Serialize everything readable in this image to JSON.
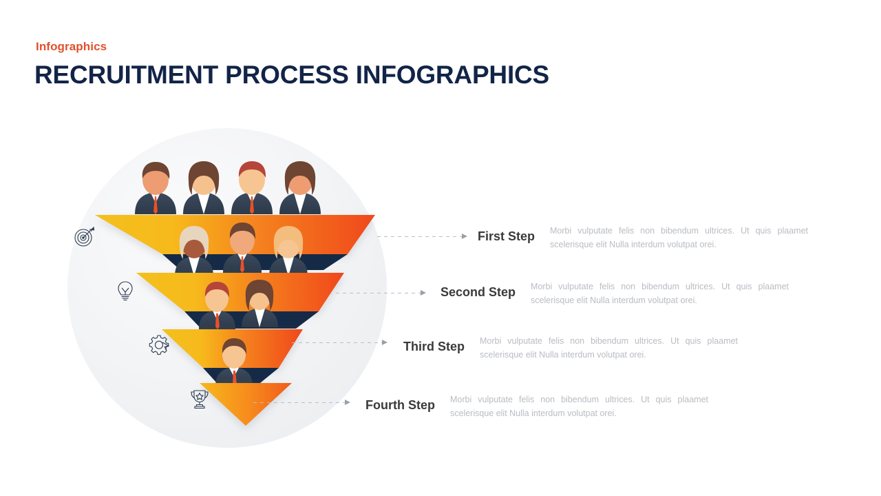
{
  "header": {
    "kicker": "Infographics",
    "title": "RECRUITMENT PROCESS INFOGRAPHICS"
  },
  "colors": {
    "kicker": "#E1512C",
    "title": "#122447",
    "funnel_light": "#F5C426",
    "funnel_dark": "#F04E18",
    "funnel_shadow": "#152A47",
    "step_title": "#3A3A3A",
    "step_desc": "#B9BCC2",
    "connector": "#B9BDC4",
    "icon": "#2B3A4F"
  },
  "steps": [
    {
      "label": "First Step",
      "description": "Morbi vulputate felis non bibendum ultrices. Ut quis plaamet scelerisque elit Nulla interdum volutpat orei.",
      "icon": "target-icon",
      "people_count": 4
    },
    {
      "label": "Second Step",
      "description": "Morbi vulputate felis non bibendum ultrices. Ut quis plaamet scelerisque elit Nulla interdum volutpat orei.",
      "icon": "lightbulb-icon",
      "people_count": 3
    },
    {
      "label": "Third Step",
      "description": "Morbi vulputate felis non bibendum ultrices. Ut quis plaamet scelerisque elit Nulla interdum volutpat orei.",
      "icon": "gear-icon",
      "people_count": 2
    },
    {
      "label": "Fourth Step",
      "description": "Morbi vulputate felis non bibendum ultrices. Ut quis plaamet scelerisque elit Nulla interdum volutpat orei.",
      "icon": "trophy-icon",
      "people_count": 1
    }
  ]
}
